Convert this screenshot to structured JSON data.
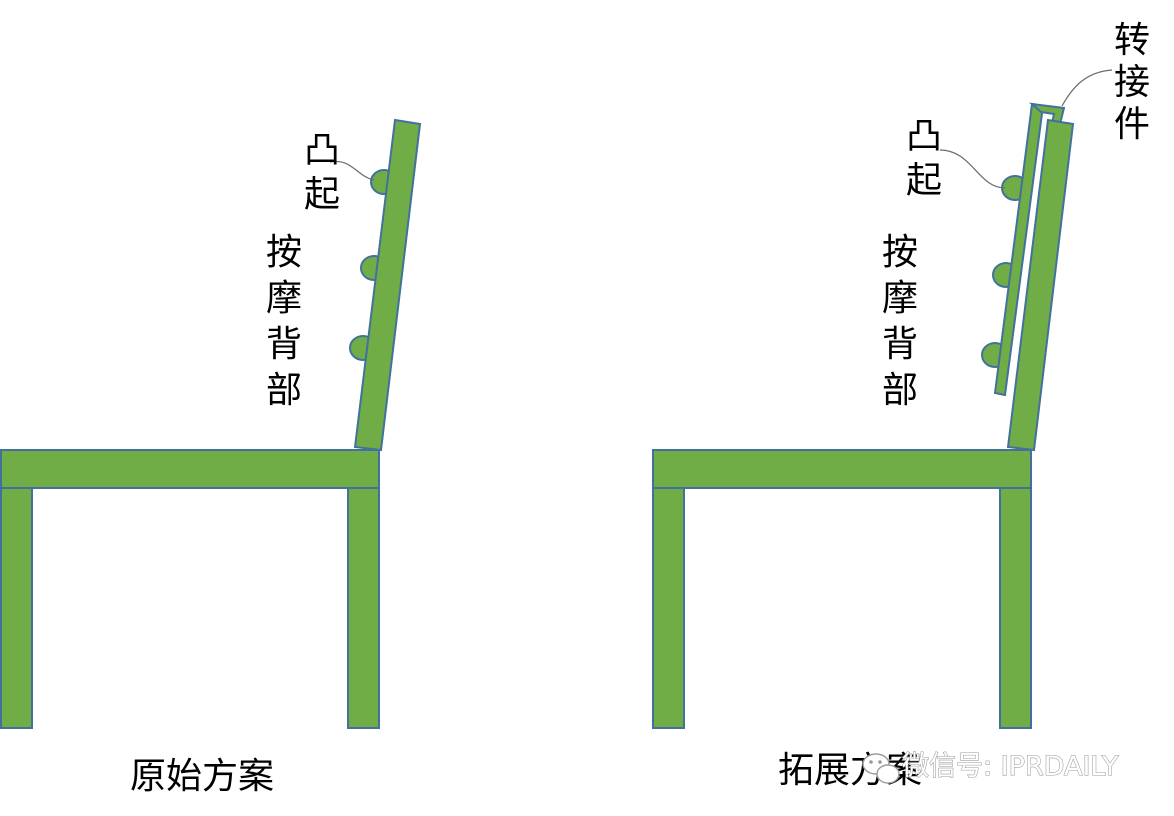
{
  "left_figure": {
    "label_bump": "凸起",
    "label_massage_back": "按摩背部",
    "caption": "原始方案"
  },
  "right_figure": {
    "label_adapter": "转接件",
    "label_bump": "凸起",
    "label_massage_back": "按摩背部",
    "caption": "拓展方案"
  },
  "watermark": {
    "text": "微信号: IPRDAILY"
  },
  "colors": {
    "fill": "#70ad47",
    "outline": "#41719c"
  }
}
